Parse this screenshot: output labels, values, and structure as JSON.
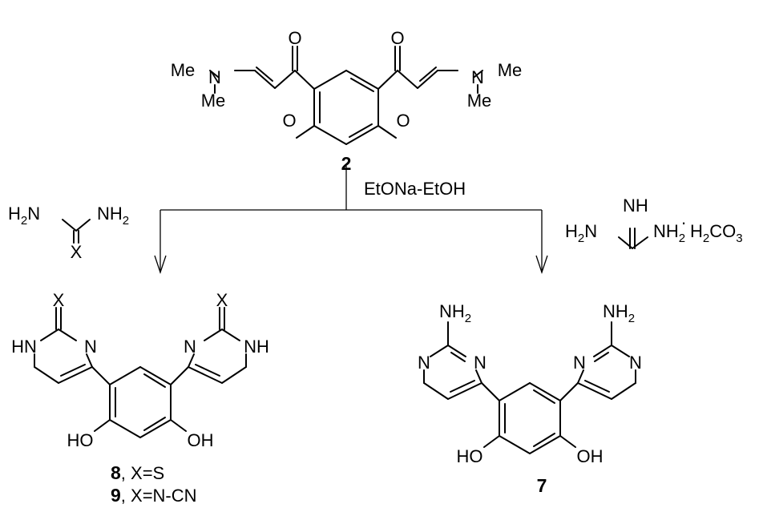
{
  "reagent": {
    "conditions": "EtONa-EtOH",
    "urea_type": {
      "h2n": "H",
      "h2n_sub": "2",
      "h2n_n": "N",
      "nh2": "NH",
      "nh2_sub": "2",
      "x": "X"
    },
    "guanidine": {
      "nh": "NH",
      "h2n": "H",
      "h2n_sub": "2",
      "h2n_n": "N",
      "nh2": "NH",
      "nh2_sub": "2",
      "dot": ".",
      "salt": "H",
      "salt_sub1": "2",
      "salt_mid": "CO",
      "salt_sub2": "3"
    }
  },
  "start": {
    "number": "2",
    "me_tl": "Me",
    "n_left": "N",
    "me_bl": "Me",
    "me_tr": "Me",
    "n_right": "N",
    "me_br": "Me",
    "o_ketone_left": "O",
    "o_ketone_right": "O",
    "o_ring_left": "O",
    "o_ring_right": "O"
  },
  "product_left": {
    "x_left": "X",
    "x_right": "X",
    "hn_left": "HN",
    "n_left": "N",
    "n_right": "N",
    "nh_right": "NH",
    "ho": "HO",
    "oh": "OH",
    "caption1_num": "8",
    "caption1_text": ", X=S",
    "caption2_num": "9",
    "caption2_text": ", X=N-CN"
  },
  "product_right": {
    "nh2_left": "NH",
    "nh2_left_sub": "2",
    "nh2_right": "NH",
    "nh2_right_sub": "2",
    "n1": "N",
    "n2": "N",
    "n3": "N",
    "n4": "N",
    "ho": "HO",
    "oh": "OH",
    "number": "7"
  }
}
